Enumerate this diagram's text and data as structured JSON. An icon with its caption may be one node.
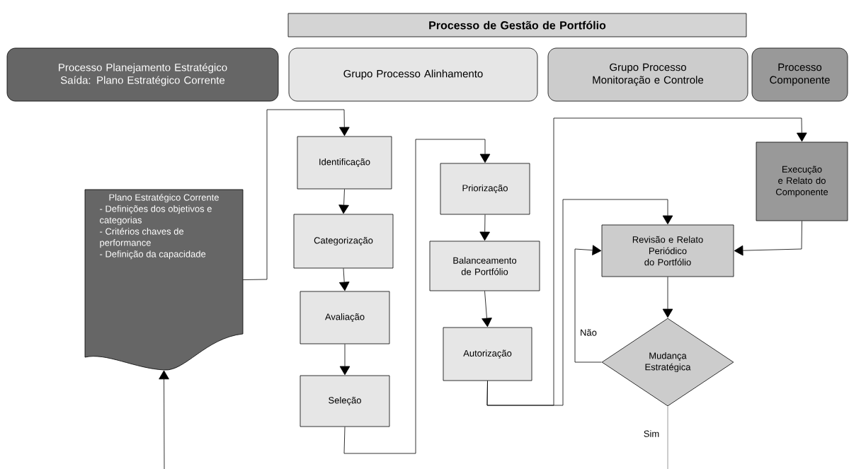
{
  "diagram": {
    "nodes": [
      {
        "text": [
          "Processo de Gestão de Portfólio"
        ]
      },
      {
        "text": [
          "Processo Planejamento Estratégico",
          "Saída: Plano Estratégico Corrente"
        ]
      },
      {
        "text": [
          "Grupo Processo Alinhamento"
        ]
      },
      {
        "text": [
          "Grupo Processo Monitoração e Controle"
        ]
      },
      {
        "text": [
          "Processo Componente"
        ]
      },
      {
        "text": [
          "Plano Estratégico Corrente",
          "- Definições dos objetivos e categorias",
          "- Critérios chaves de performance",
          "- Definição da capacidade"
        ]
      },
      {
        "text": [
          "Identificação"
        ]
      },
      {
        "text": [
          "Categorização"
        ]
      },
      {
        "text": [
          "Avaliação"
        ]
      },
      {
        "text": [
          "Seleção"
        ]
      },
      {
        "text": [
          "Priorização"
        ]
      },
      {
        "text": [
          "Balanceamento de Portfólio"
        ]
      },
      {
        "text": [
          "Autorização"
        ]
      },
      {
        "text": [
          "Execução e Relato do Componente"
        ]
      },
      {
        "text": [
          "Revisão e Relato Periódico do Portfólio"
        ]
      },
      {
        "text": [
          "Mudança Estratégica"
        ]
      }
    ],
    "edges": [
      {
        "from": 5,
        "to": 6,
        "arrow": "to"
      },
      {
        "from": 6,
        "to": 7,
        "arrow": "to"
      },
      {
        "from": 7,
        "to": 8,
        "arrow": "to"
      },
      {
        "from": 8,
        "to": 9,
        "arrow": "to"
      },
      {
        "from": 9,
        "to": 10,
        "arrow": "to"
      },
      {
        "from": 10,
        "to": 11,
        "arrow": "to"
      },
      {
        "from": 11,
        "to": 12,
        "arrow": "to"
      },
      {
        "from": 12,
        "to": 14,
        "arrow": "to"
      },
      {
        "from": 12,
        "to": 13,
        "arrow": "to"
      },
      {
        "from": 13,
        "to": 14,
        "arrow": "to"
      },
      {
        "from": 14,
        "to": 15,
        "arrow": "to"
      },
      {
        "from": 15,
        "to": 14,
        "arrow": "to",
        "label": "Não"
      },
      {
        "from": 15,
        "to": null,
        "arrow": "none",
        "label": "Sim"
      },
      {
        "from": null,
        "to": 5,
        "arrow": "to"
      }
    ]
  }
}
